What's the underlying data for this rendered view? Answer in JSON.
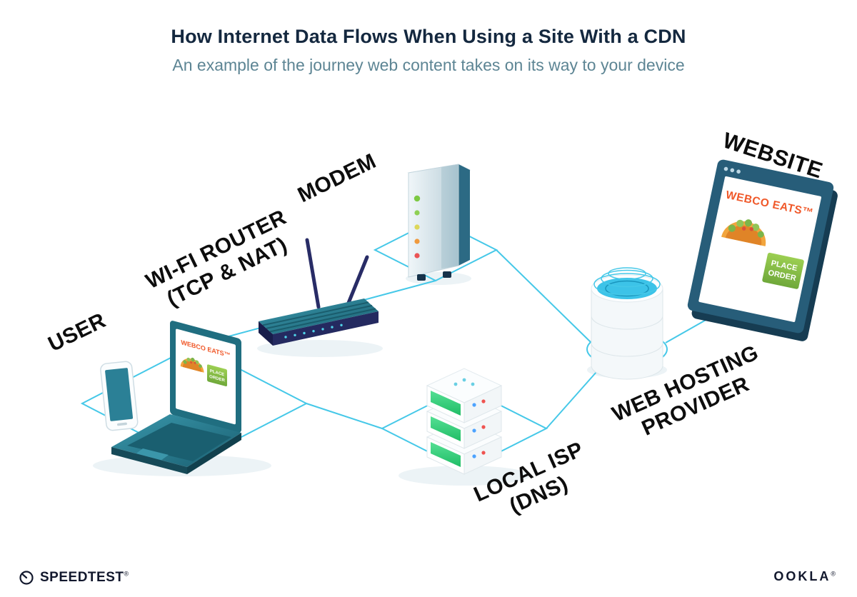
{
  "header": {
    "title": "How Internet Data Flows When Using a Site With a CDN",
    "subtitle": "An example of the journey web content takes on its way to your device"
  },
  "nodes": {
    "user": {
      "label": "USER"
    },
    "wifi_router": {
      "line1": "WI-FI ROUTER",
      "line2": "(TCP & NAT)"
    },
    "modem": {
      "label": "MODEM"
    },
    "local_isp": {
      "line1": "LOCAL ISP",
      "line2": "(DNS)"
    },
    "web_hosting": {
      "line1": "WEB HOSTING",
      "line2": "PROVIDER"
    },
    "website": {
      "label": "WEBSITE"
    }
  },
  "webco": {
    "brand": "WEBCO EATS™",
    "button_line1": "PLACE",
    "button_line2": "ORDER"
  },
  "footer": {
    "speedtest": "SPEEDTEST",
    "speedtest_mark": "®",
    "ookla": "OOKLA",
    "ookla_mark": "®"
  },
  "palette": {
    "connection_line": "#45c8e8",
    "title_navy": "#14283f",
    "subtitle_teal_gray": "#5d8594",
    "label_black": "#0d0d0d",
    "brand_orange": "#f0592a",
    "button_green": "#7bc142",
    "device_teal": "#27798d",
    "device_navy": "#242a60",
    "server_green": "#2fd37b",
    "water_cyan": "#3cc3e8"
  }
}
